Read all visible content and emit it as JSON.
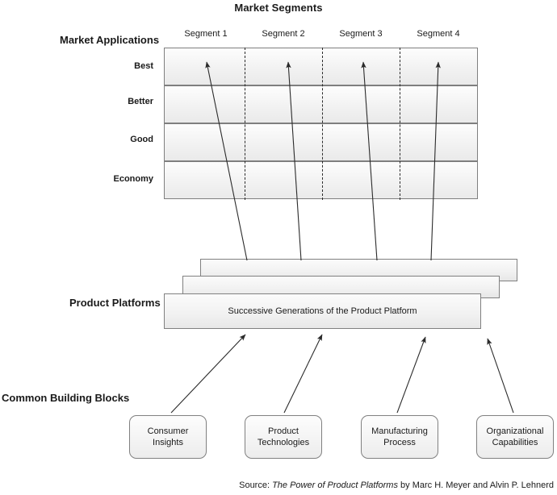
{
  "titles": {
    "market_segments": "Market Segments",
    "market_applications": "Market Applications",
    "product_platforms": "Product Platforms",
    "common_building_blocks": "Common Building Blocks"
  },
  "segments": [
    {
      "label": "Segment 1"
    },
    {
      "label": "Segment 2"
    },
    {
      "label": "Segment 3"
    },
    {
      "label": "Segment 4"
    }
  ],
  "application_tiers": [
    {
      "label": "Best"
    },
    {
      "label": "Better"
    },
    {
      "label": "Good"
    },
    {
      "label": "Economy"
    }
  ],
  "platform": {
    "bar_label": "Successive Generations of the Product Platform",
    "generations": 3
  },
  "building_blocks": [
    {
      "label": "Consumer Insights"
    },
    {
      "label": "Product\nTechnologies"
    },
    {
      "label": "Manufacturing\nProcess"
    },
    {
      "label": "Organizational\nCapabilities"
    }
  ],
  "source": {
    "prefix": "Source: ",
    "title": "The Power of Product Platforms",
    "suffix": " by Marc H. Meyer and Alvin P. Lehnerd"
  },
  "colors": {
    "box_border": "#808080",
    "box_fill": "#f2f2f2",
    "dashed_line": "#2b2b2b",
    "arrow": "#2b2b2b",
    "text": "#1a1a1a",
    "background": "#ffffff"
  }
}
